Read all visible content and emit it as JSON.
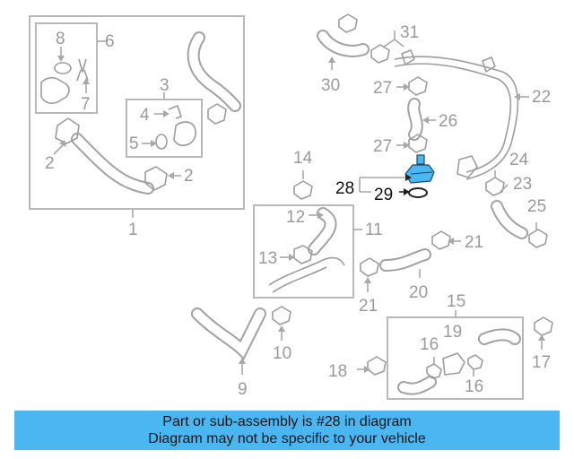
{
  "callouts": {
    "c1": "1",
    "c2a": "2",
    "c2b": "2",
    "c3": "3",
    "c4": "4",
    "c5": "5",
    "c6": "6",
    "c7": "7",
    "c8": "8",
    "c9": "9",
    "c10": "10",
    "c11": "11",
    "c12": "12",
    "c13": "13",
    "c14": "14",
    "c15": "15",
    "c16a": "16",
    "c16b": "16",
    "c17": "17",
    "c18": "18",
    "c19": "19",
    "c20": "20",
    "c21a": "21",
    "c21b": "21",
    "c22": "22",
    "c23": "23",
    "c24": "24",
    "c25": "25",
    "c26": "26",
    "c27a": "27",
    "c27b": "27",
    "c28": "28",
    "c29": "29",
    "c30": "30",
    "c31": "31"
  },
  "highlight": {
    "part": "28",
    "color": "#4ab7f3"
  },
  "banner": {
    "line1": "Part or sub-assembly is #28 in diagram",
    "line2": "Diagram may not be specific to your vehicle",
    "color": "#4ab7f3"
  }
}
